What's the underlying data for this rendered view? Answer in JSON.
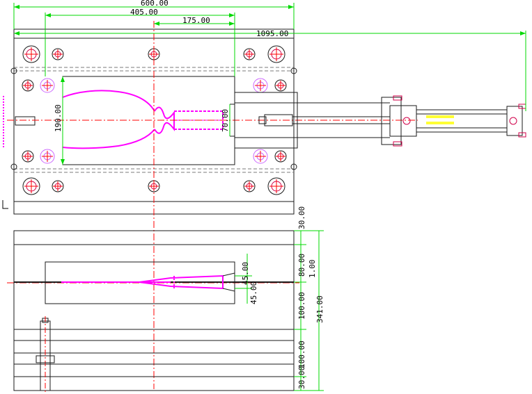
{
  "dimensions": {
    "overall_width": "600.00",
    "hole_spacing_405": "405.00",
    "offset_175": "175.00",
    "total_length": "1095.00",
    "cavity_width": "190.00",
    "nozzle_width": "70.00",
    "side_top_plate": "30.00",
    "side_a_plate": "80.00",
    "side_gap": "1.00",
    "side_b_plate": "100.00",
    "side_total": "341.00",
    "side_support": "100.00",
    "side_bottom_plate": "30.00",
    "part_half_top": "45.00",
    "part_half_bottom": "45.00"
  },
  "colors": {
    "outline": "#1a1a1a",
    "dimension": "#00d800",
    "part": "#ff00ff",
    "centerline": "#ff0000",
    "hidden": "#7a7a7a",
    "hole": "#d0004a",
    "annotation": "#ffff00"
  },
  "icons": {
    "sprue": "guide-pillar",
    "cylinder": "hydraulic-cylinder",
    "corner": "ucs-icon"
  }
}
